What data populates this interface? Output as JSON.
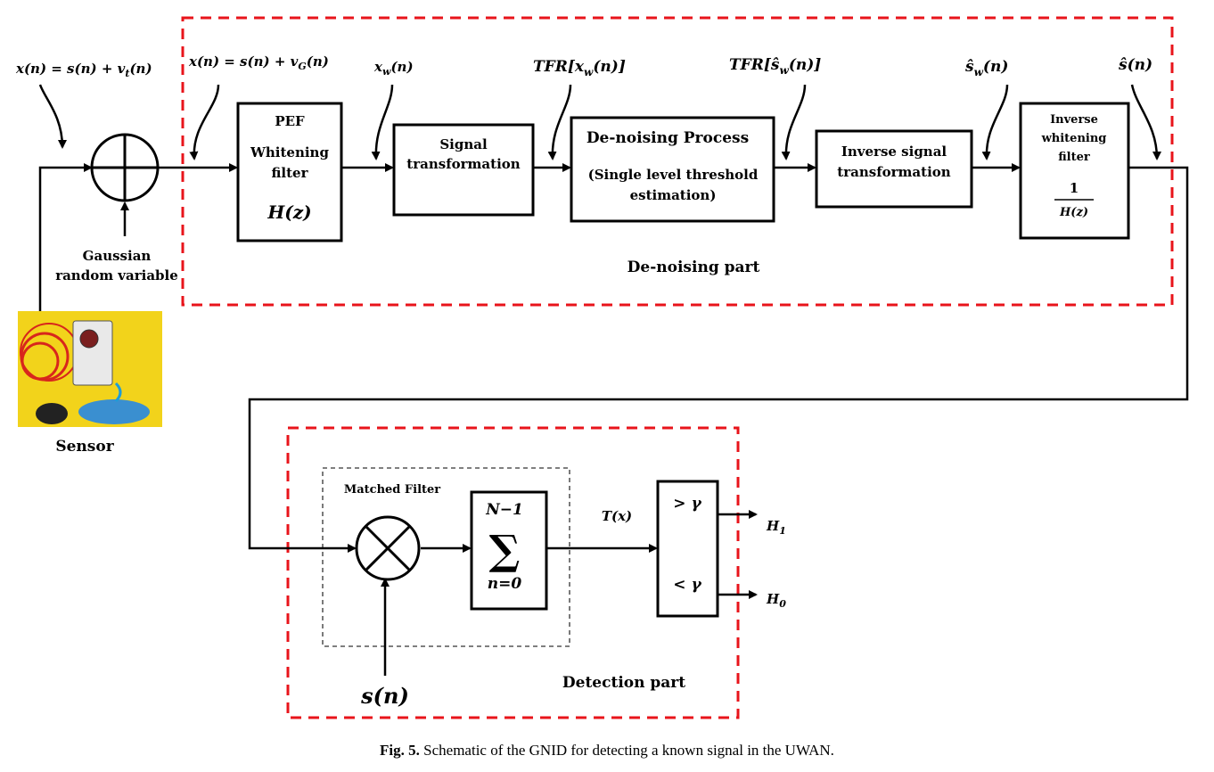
{
  "equations": {
    "input_vt": "x(n) = s(n) + v",
    "input_vt_sub": "t",
    "input_vt_tail": "(n)",
    "input_vg": "x(n) = s(n) + v",
    "input_vg_sub": "G",
    "input_vg_tail": "(n)",
    "xw": "x",
    "xw_sub": "w",
    "xw_tail": "(n)",
    "tfr_xw_head": "TFR[x",
    "tfr_xw_sub": "w",
    "tfr_xw_tail": "(n)]",
    "tfr_sw_head": "TFR[ŝ",
    "tfr_sw_sub": "w",
    "tfr_sw_tail": "(n)]",
    "sw_head": "ŝ",
    "sw_sub": "w",
    "sw_tail": "(n)",
    "s_hat": "ŝ(n)",
    "Tx": "T(x)",
    "sn": "s(n)",
    "H1": "H",
    "H1_sub": "1",
    "H0": "H",
    "H0_sub": "0",
    "gt_gamma": "> γ",
    "lt_gamma": "< γ",
    "sum_top": "N−1",
    "sum_sym": "∑",
    "sum_bottom": "n=0"
  },
  "blocks": {
    "pef_title": "PEF",
    "pef_line1": "Whitening",
    "pef_line2": "filter",
    "pef_tf": "H(z)",
    "signal_tf_line1": "Signal",
    "signal_tf_line2": "transformation",
    "denoise_title": "De-noising Process",
    "denoise_line1": "(Single level threshold",
    "denoise_line2": "estimation)",
    "inv_sig_line1": "Inverse signal",
    "inv_sig_line2": "transformation",
    "inv_white_line1": "Inverse",
    "inv_white_line2": "whitening",
    "inv_white_line3": "filter",
    "inv_white_num": "1",
    "inv_white_den": "H(z)"
  },
  "labels": {
    "gaussian_line1": "Gaussian",
    "gaussian_line2": "random variable",
    "sensor": "Sensor",
    "denoising_part": "De-noising part",
    "detection_part": "Detection part",
    "matched_filter": "Matched Filter"
  },
  "caption": {
    "prefix": "Fig. 5.",
    "text": "Schematic of the GNID for detecting a known signal in the UWAN."
  },
  "colors": {
    "dashed_region": "#e8141b",
    "line": "#000000",
    "sensor_bg": "#f2d31b"
  }
}
